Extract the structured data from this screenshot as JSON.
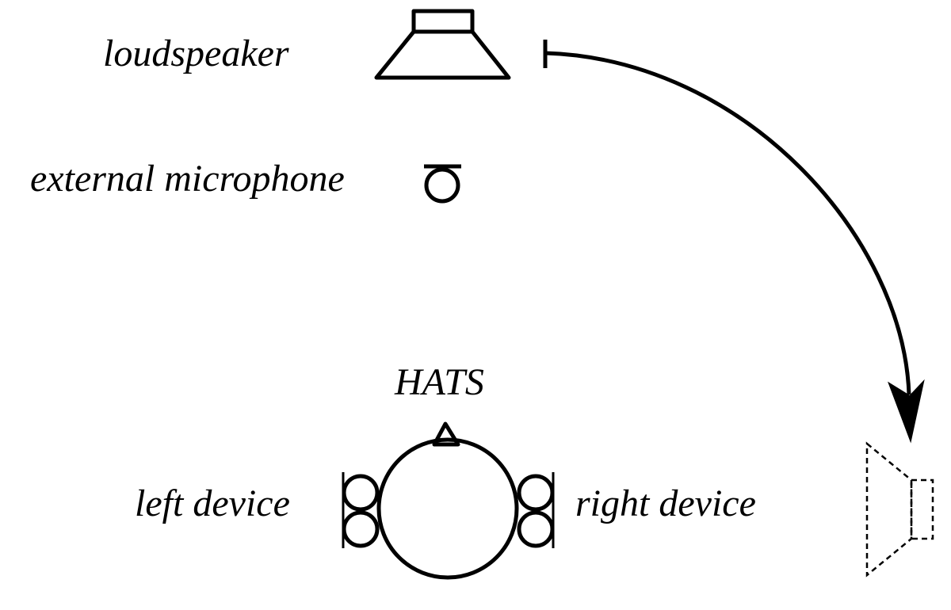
{
  "labels": {
    "loudspeaker": "loudspeaker",
    "external_microphone": "external microphone",
    "hats": "HATS",
    "left_device": "left device",
    "right_device": "right device"
  },
  "colors": {
    "ink": "#000000",
    "background": "#ffffff"
  }
}
